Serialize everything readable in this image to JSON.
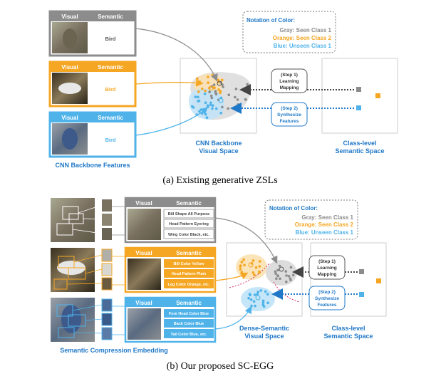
{
  "colors": {
    "gray": "#8c8c8c",
    "orange": "#f5a623",
    "blue": "#4fb3ea",
    "title_blue": "#1f78c8",
    "dark": "#333333"
  },
  "panel_a": {
    "caption": "(a) Existing generative ZSLs",
    "header_visual": "Visual",
    "header_semantic": "Semantic",
    "rows": [
      {
        "semantic": "Bird",
        "color": "gray"
      },
      {
        "semantic": "Bird",
        "color": "orange"
      },
      {
        "semantic": "Bird",
        "color": "blue"
      }
    ],
    "features_label": "CNN Backbone Features",
    "space1_label": [
      "CNN Backbone",
      "Visual Space"
    ],
    "space2_label": [
      "Class-level",
      "Semantic Space"
    ],
    "step1": [
      "(Step 1)",
      "Learning",
      "Mapping"
    ],
    "step2": [
      "(Step 2)",
      "Synthesize",
      "Features"
    ],
    "notation": {
      "title": "Notation of Color:",
      "gray": "Gray: Seen Class 1",
      "orange": "Orange: Seen Class 2",
      "blue": "Blue: Unseen Class 1"
    }
  },
  "panel_b": {
    "caption": "(b) Our proposed SC-EGG",
    "header_visual": "Visual",
    "header_semantic": "Semantic",
    "rows": [
      {
        "color": "gray",
        "attrs": [
          "Bill Shape All Purpose",
          "Head Pattern Eyering",
          "Wing Color Black, etc."
        ]
      },
      {
        "color": "orange",
        "attrs": [
          "Bill Color Yellow",
          "Head Pattern Plain",
          "Leg Color Orange, etc."
        ]
      },
      {
        "color": "blue",
        "attrs": [
          "Fore Head Color Blue",
          "Back Color Blue",
          "Tail Color Blue, etc."
        ]
      }
    ],
    "embedding_label": "Semantic Compression Embedding",
    "space1_label": [
      "Dense-Semantic",
      "Visual Space"
    ],
    "space2_label": [
      "Class-level",
      "Semantic Space"
    ],
    "step1": [
      "(Step 1)",
      "Learning",
      "Mapping"
    ],
    "step2": [
      "(Step 2)",
      "Synthesize",
      "Features"
    ],
    "notation": {
      "title": "Notation of Color:",
      "gray": "Gray: Seen Class 1",
      "orange": "Orange: Seen Class 2",
      "blue": "Blue: Unseen Class 1"
    }
  }
}
